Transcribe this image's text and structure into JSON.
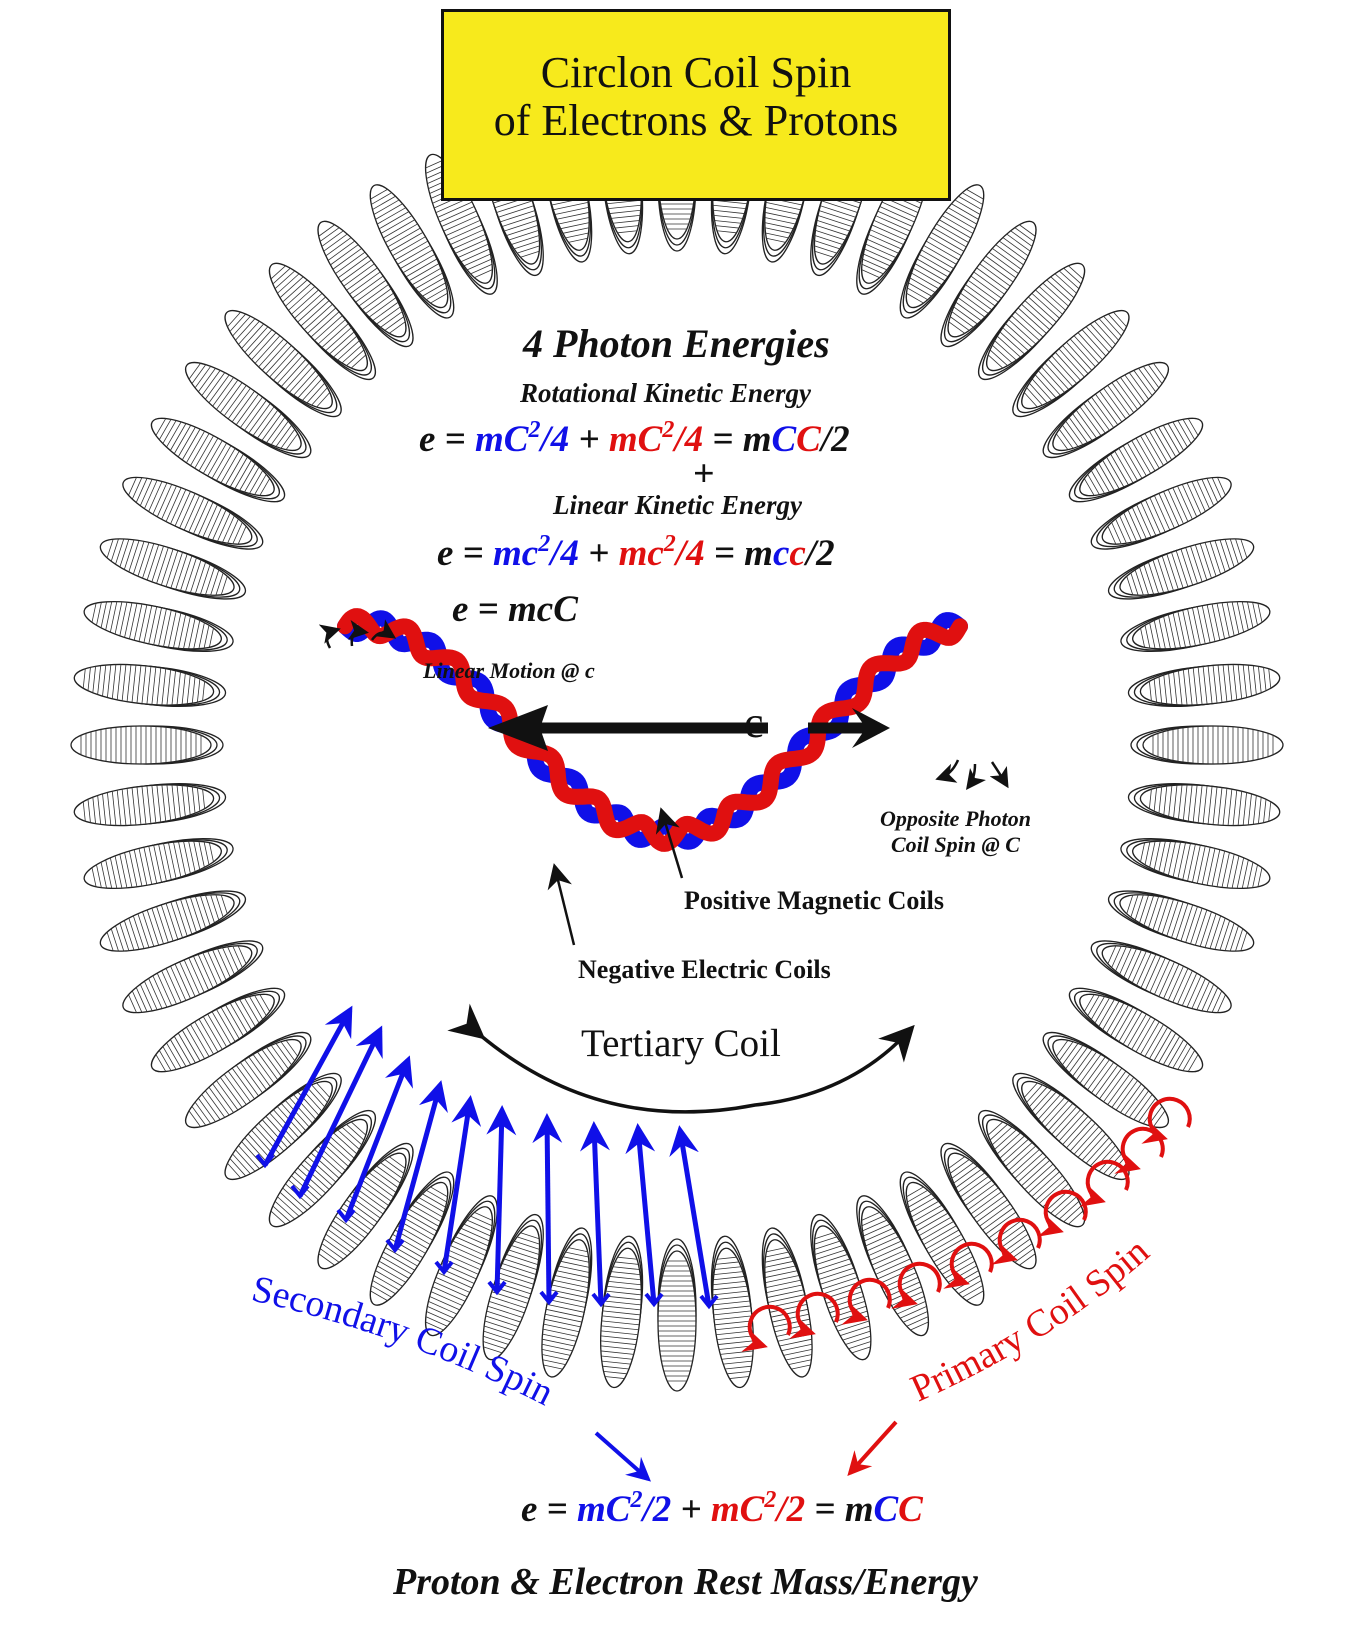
{
  "title": {
    "line1": "Circlon Coil Spin",
    "line2": "of Electrons & Protons"
  },
  "heading": "4 Photon Energies",
  "rotational_label": "Rotational Kinetic Energy",
  "plus_sign": "+",
  "linear_label": "Linear Kinetic Energy",
  "eq_rotational": {
    "lhs": "e = ",
    "t1": "mC",
    "t1_exp": "2",
    "t1_den": "/4",
    "plus": " + ",
    "t2": "mC",
    "t2_exp": "2",
    "t2_den": "/4",
    "eq": " = m",
    "c1": "C",
    "c2": "C",
    "tail": "/2"
  },
  "eq_linear": {
    "lhs": "e = ",
    "t1": "mc",
    "t1_exp": "2",
    "t1_den": "/4",
    "plus": " + ",
    "t2": "mc",
    "t2_exp": "2",
    "t2_den": "/4",
    "eq": " = m",
    "c1": "c",
    "c2": "c",
    "tail": "/2"
  },
  "eq_mcc": "e = mcC",
  "linear_motion_label": "Linear Motion @ c",
  "c_label": "c",
  "opposite_label": {
    "line1": "Opposite Photon",
    "line2": "Coil Spin @ C"
  },
  "positive_label": "Positive Magnetic Coils",
  "negative_label": "Negative Electric Coils",
  "tertiary_label": "Tertiary Coil",
  "secondary_label": "Secondary Coil Spin",
  "primary_label": "Primary Coil Spin",
  "eq_rest": {
    "lhs": "e = ",
    "t1": "mC",
    "t1_exp": "2",
    "t1_den": "/2",
    "plus": " + ",
    "t2": "mC",
    "t2_exp": "2",
    "t2_den": "/2",
    "eq": " = m",
    "c1": "C",
    "c2": "C"
  },
  "rest_label": "Proton & Electron Rest Mass/Energy",
  "colors": {
    "title_bg": "#f7ea1c",
    "blue": "#1010e8",
    "red": "#e01010",
    "ink": "#111111"
  }
}
